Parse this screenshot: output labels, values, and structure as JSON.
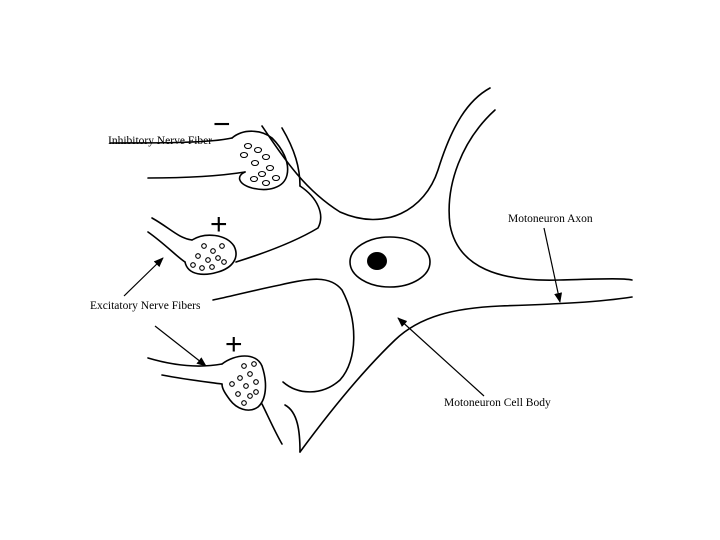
{
  "labels": {
    "inhibitory_fiber": "Inhibitory Nerve Fiber",
    "excitatory_fibers": "Excitatory Nerve Fibers",
    "axon": "Motoneuron  Axon",
    "cell_body": "Motoneuron Cell Body"
  },
  "signs": {
    "inhibitory": "−",
    "excitatory_upper": "+",
    "excitatory_lower": "+"
  }
}
